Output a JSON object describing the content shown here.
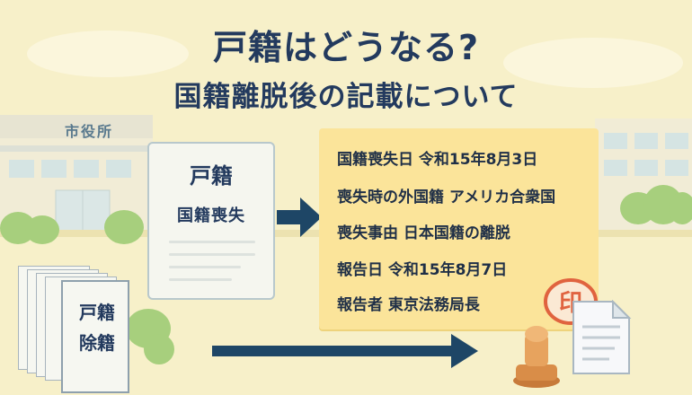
{
  "title": {
    "line1": "戸籍はどうなる?",
    "line2": "国籍離脱後の記載について"
  },
  "building": {
    "label": "市役所"
  },
  "koseki_card": {
    "title": "戸籍",
    "subtitle": "国籍喪失"
  },
  "joseki_card": {
    "line1": "戸籍",
    "line2": "除籍"
  },
  "info_panel": {
    "rows": [
      "国籍喪失日  令和15年8月3日",
      "喪失時の外国籍  アメリカ合衆国",
      "喪失事由  日本国籍の離脱",
      "報告日  令和15年8月7日",
      "報告者  東京法務局長"
    ]
  },
  "stamp": {
    "text": "印"
  },
  "colors": {
    "background": "#f7f0c9",
    "navy": "#233a5e",
    "panel": "#fbe49a",
    "stamp_red": "#e0633f",
    "greenery": "#a7cf7d"
  }
}
